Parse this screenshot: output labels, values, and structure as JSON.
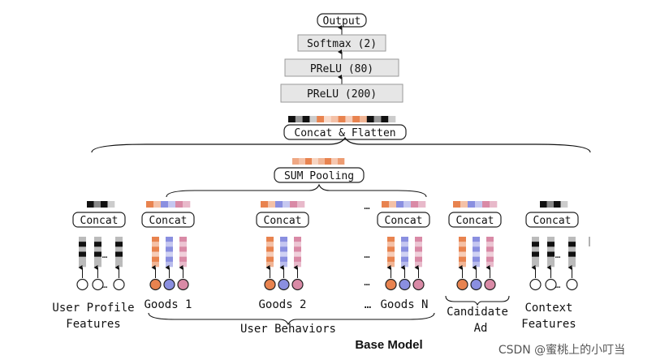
{
  "layers": {
    "output": "Output",
    "softmax": "Softmax (2)",
    "prelu80": "PReLU (80)",
    "prelu200": "PReLU (200)",
    "concat_flatten": "Concat & Flatten",
    "sum_pooling": "SUM Pooling"
  },
  "concat_label": "Concat",
  "groups": {
    "user_profile": [
      "User Profile",
      "Features"
    ],
    "goods1": "Goods 1",
    "goods2": "Goods 2",
    "goodsN": "Goods N",
    "ellipsis": "…",
    "user_behaviors": "User Behaviors",
    "candidate_ad": [
      "Candidate",
      "Ad"
    ],
    "context": [
      "Context",
      "Features"
    ]
  },
  "model_title": "Base Model",
  "watermark": "CSDN @蜜桃上的小叮当",
  "colors": {
    "orange": "#e8834f",
    "blue": "#8a8fe0",
    "pink": "#d98aa6",
    "dark": "#111111",
    "gray": "#b3b3b3",
    "box_fill": "#e6e6e6"
  }
}
